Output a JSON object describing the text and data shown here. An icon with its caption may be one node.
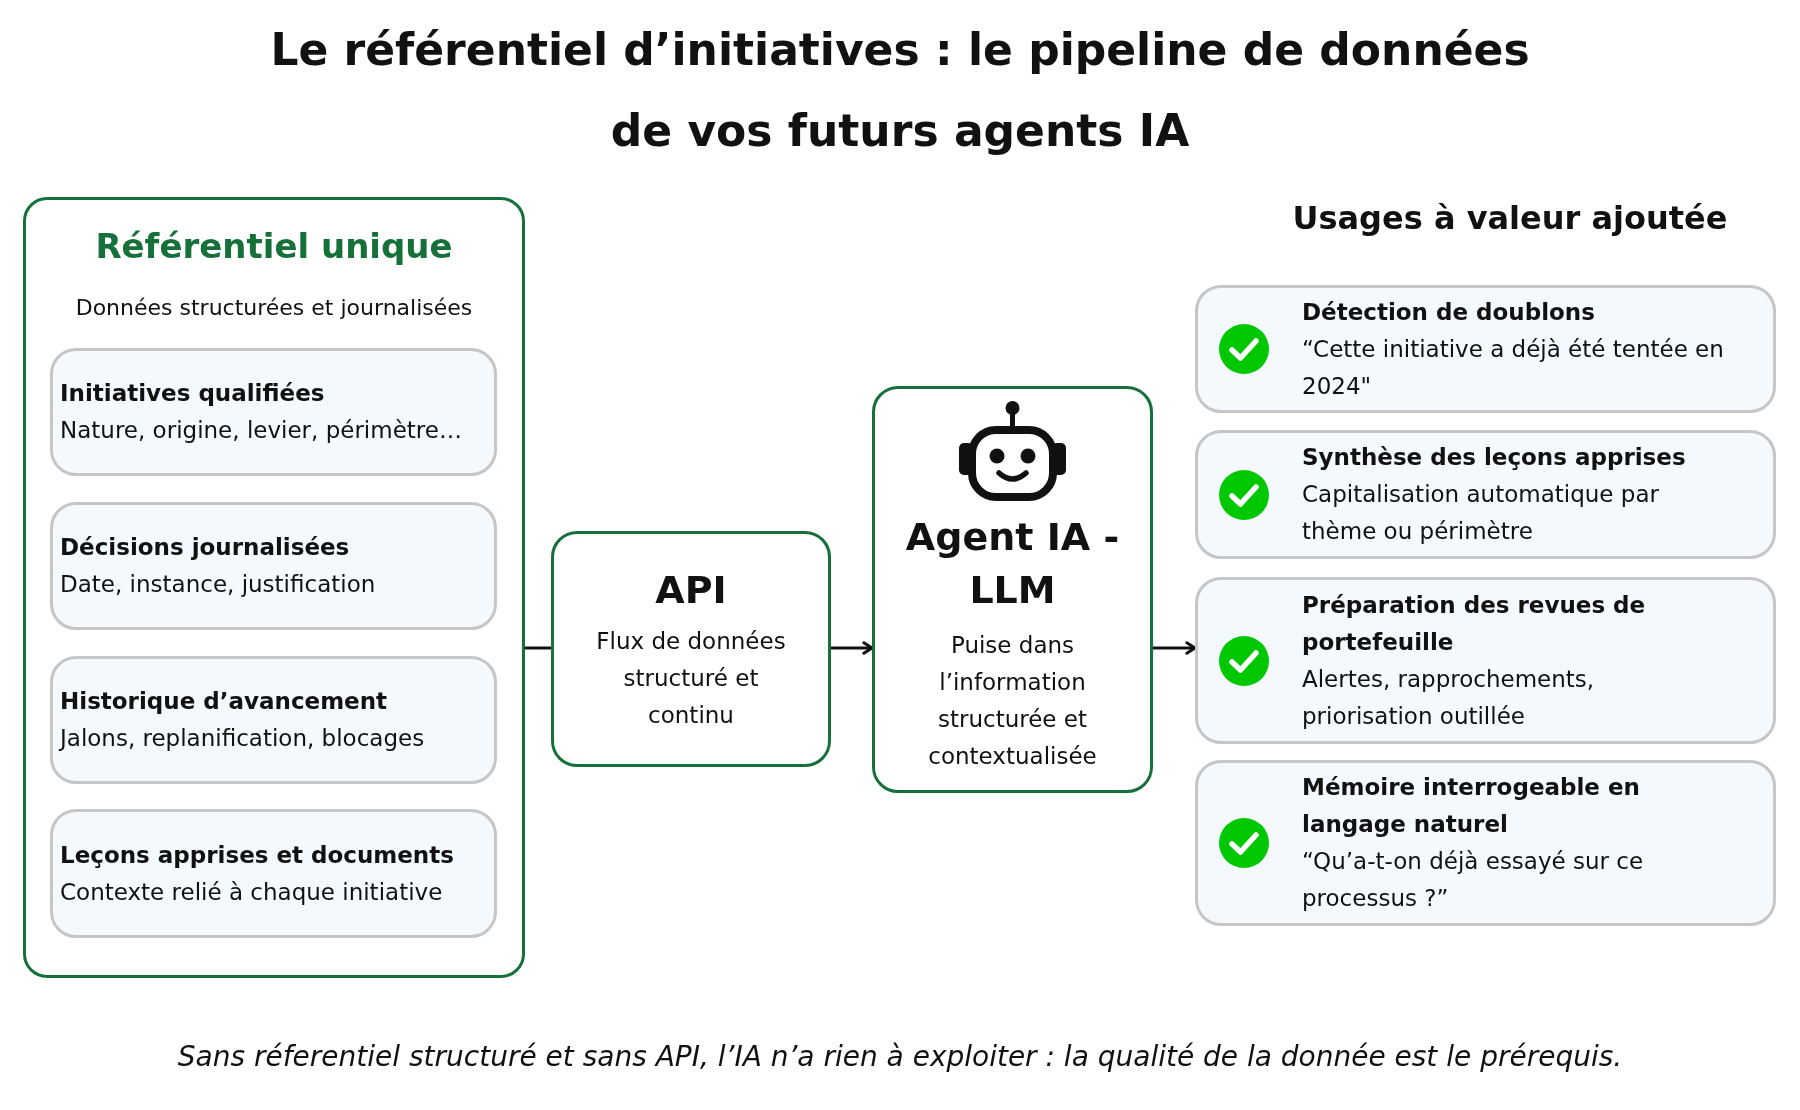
{
  "diagram": {
    "title": "Le référentiel d’initiatives : le pipeline de données de vos futurs agents IA",
    "caption": "Sans réferentiel structuré et sans API, l’IA n’a rien à exploiter : la qualité de la donnée est le prérequis.",
    "nodes": [
      {
        "text": [
          "Référentiel unique",
          "Données structurées et journalisées"
        ]
      },
      {
        "text": [
          "Initiatives qualifiées",
          "Nature, origine, levier, périmètre…"
        ],
        "in": 0
      },
      {
        "text": [
          "Décisions journalisées",
          "Date, instance, justification"
        ],
        "in": 0
      },
      {
        "text": [
          "Historique d’avancement",
          "Jalons, replanification, blocages"
        ],
        "in": 0
      },
      {
        "text": [
          "Leçons apprises et documents",
          "Contexte relié à chaque initiative"
        ],
        "in": 0
      },
      {
        "text": [
          "API",
          "Flux de données structuré et continu"
        ]
      },
      {
        "text": [
          "Agent IA - LLM",
          "Puise dans l’information structurée et contextualisée"
        ]
      },
      {
        "text": [
          "Détection de doublons",
          "“Cette initiative a déjà été tentée en 2024\""
        ]
      },
      {
        "text": [
          "Synthèse des leçons apprises",
          "Capitalisation automatique par thème ou périmètre"
        ]
      },
      {
        "text": [
          "Préparation des revues de portefeuille",
          "Alertes, rapprochements, priorisation outillée"
        ]
      },
      {
        "text": [
          "Mémoire interrogeable en langage naturel",
          "“Qu’a-t-on déjà essayé sur ce processus ?”"
        ]
      }
    ],
    "edges": [
      {
        "from": 0,
        "to": 5,
        "arrow": "none"
      },
      {
        "from": 5,
        "to": 6,
        "arrow": "to"
      },
      {
        "from": 6,
        "to": 9,
        "arrow": "to"
      }
    ],
    "labels": [
      "Usages à valeur ajoutée"
    ]
  }
}
